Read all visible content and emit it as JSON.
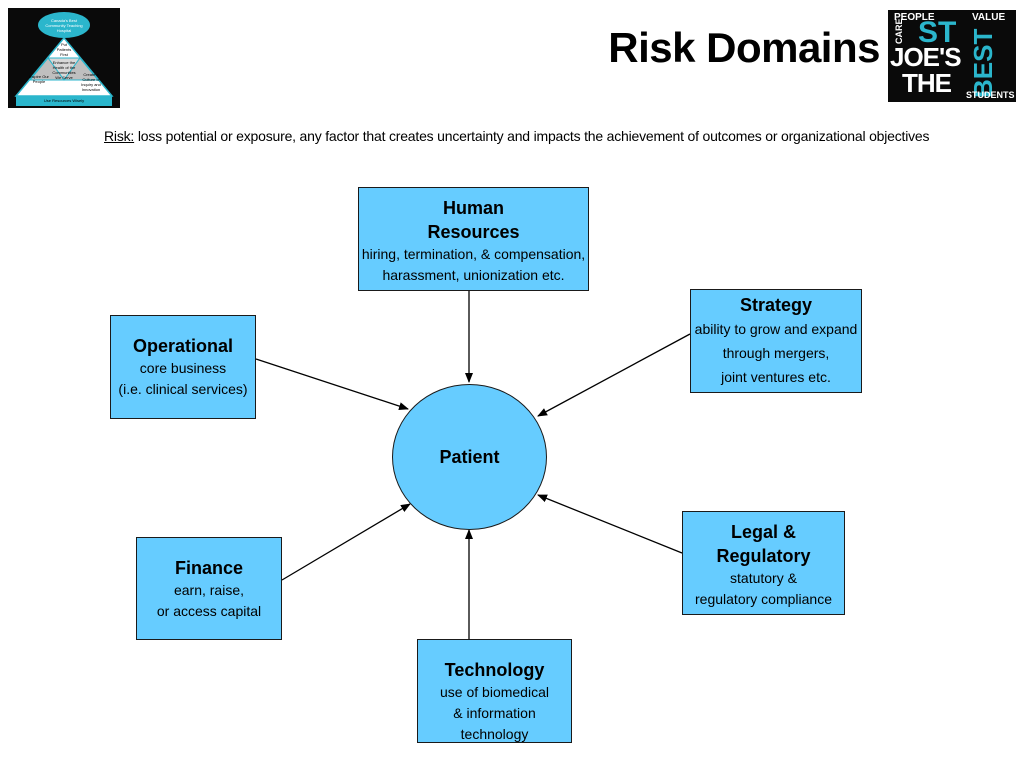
{
  "title": "Risk Domains",
  "definition": {
    "term": "Risk:",
    "text": "loss potential or exposure, any factor that creates uncertainty and impacts the achievement of outcomes or organizational objectives"
  },
  "center": {
    "label": "Patient"
  },
  "domains": {
    "human_resources": {
      "head": "Human\nResources",
      "desc": "hiring, termination, & compensation,\nharassment, unionization etc."
    },
    "strategy": {
      "head": "Strategy",
      "desc": "ability to grow and expand\nthrough mergers,\njoint ventures etc."
    },
    "operational": {
      "head": "Operational",
      "desc": "core business\n(i.e. clinical services)"
    },
    "finance": {
      "head": "Finance",
      "desc": "earn, raise,\nor access capital"
    },
    "legal": {
      "head": "Legal &\nRegulatory",
      "desc": "statutory &\nregulatory compliance"
    },
    "technology": {
      "head": "Technology",
      "desc": "use of biomedical\n& information technology"
    }
  },
  "logo_left": {
    "top": "Canada's Best Community Teaching Hospital",
    "center": "Put Patients First",
    "middle": "Enhance the Health of the Communities We Serve",
    "left": "Inspire Our People",
    "right": "Create a Culture of Inquiry and Innovation",
    "base": "Use Resources Wisely"
  },
  "logo_right": {
    "words": {
      "people": "PEOPLE",
      "value": "VALUE",
      "care": "CARE",
      "st": "ST",
      "joes": "JOE'S",
      "the": "THE",
      "best": "BEST",
      "students": "STUDENTS"
    }
  },
  "colors": {
    "box_fill": "#66ccff",
    "logo_accent": "#2bb6cc"
  }
}
